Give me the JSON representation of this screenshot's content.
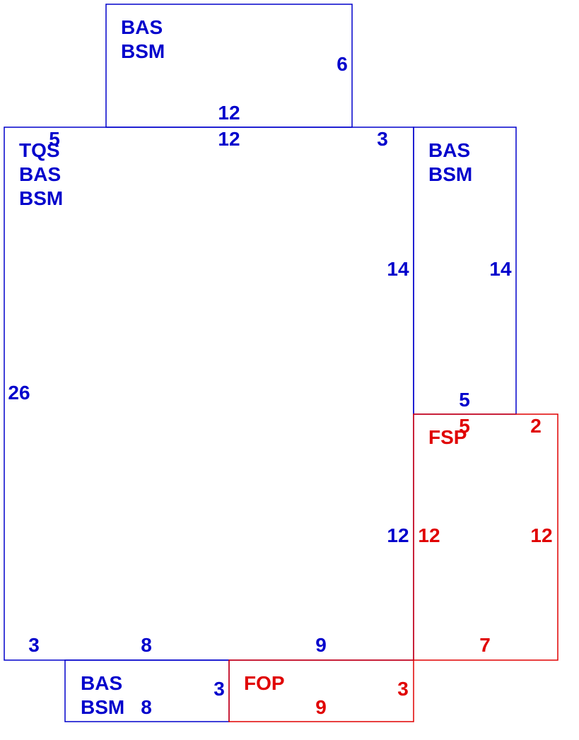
{
  "colors": {
    "existing": "#0000cc",
    "proposed": "#e00000"
  },
  "areas": {
    "top_bump": {
      "labels": [
        "BAS",
        "BSM"
      ],
      "dims": {
        "right": "6",
        "bottom": "12"
      }
    },
    "main": {
      "labels": [
        "TQS",
        "BAS",
        "BSM"
      ],
      "dims": {
        "top_left": "5",
        "top": "12",
        "top_right": "3",
        "right_upper": "14",
        "right_lower": "12",
        "left": "26",
        "bottom_left": "3",
        "bottom_mid": "8",
        "bottom_right": "9"
      }
    },
    "right_wing": {
      "labels": [
        "BAS",
        "BSM"
      ],
      "dims": {
        "right": "14",
        "bottom": "5"
      }
    },
    "fsp": {
      "labels": [
        "FSP"
      ],
      "dims": {
        "top_left": "5",
        "top_right": "2",
        "left": "12",
        "right": "12",
        "bottom": "7"
      }
    },
    "bottom_bas": {
      "labels": [
        "BAS",
        "BSM"
      ],
      "dims": {
        "right": "3",
        "bottom": "8"
      }
    },
    "fop": {
      "labels": [
        "FOP"
      ],
      "dims": {
        "right": "3",
        "bottom": "9"
      }
    }
  }
}
